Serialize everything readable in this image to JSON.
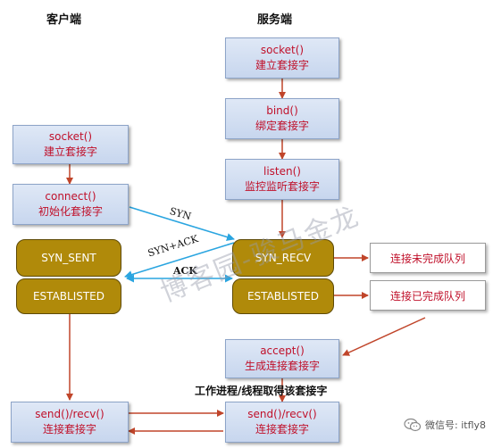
{
  "headings": {
    "client": "客户端",
    "server": "服务端"
  },
  "boxes": {
    "server_socket": {
      "line1": "socket()",
      "line2": "建立套接字"
    },
    "server_bind": {
      "line1": "bind()",
      "line2": "绑定套接字"
    },
    "server_listen": {
      "line1": "listen()",
      "line2": "监控监听套接字"
    },
    "client_socket": {
      "line1": "socket()",
      "line2": "建立套接字"
    },
    "client_connect": {
      "line1": "connect()",
      "line2": "初始化套接字"
    },
    "server_accept": {
      "line1": "accept()",
      "line2": "生成连接套接字"
    },
    "client_sendrecv": {
      "line1": "send()/recv()",
      "line2": "连接套接字"
    },
    "server_sendrecv": {
      "line1": "send()/recv()",
      "line2": "连接套接字"
    }
  },
  "states": {
    "syn_sent": "SYN_SENT",
    "client_established": "ESTABLISTED",
    "syn_recv": "SYN_RECV",
    "server_established": "ESTABLISTED"
  },
  "queues": {
    "incomplete": "连接未完成队列",
    "complete": "连接已完成队列"
  },
  "arrow_labels": {
    "syn": "SYN",
    "syn_ack": "SYN+ACK",
    "ack": "ACK"
  },
  "caption": "工作进程/线程取得该套接字",
  "watermark": "博客园-骏马金龙",
  "wechat": {
    "label": "微信号: itfly8",
    "icon": "wechat-icon"
  },
  "colors": {
    "box_text": "#c0102a",
    "state_fill": "#b08a0a",
    "handshake_arrow": "#2aa5e0",
    "flow_arrow": "#c0452a"
  }
}
